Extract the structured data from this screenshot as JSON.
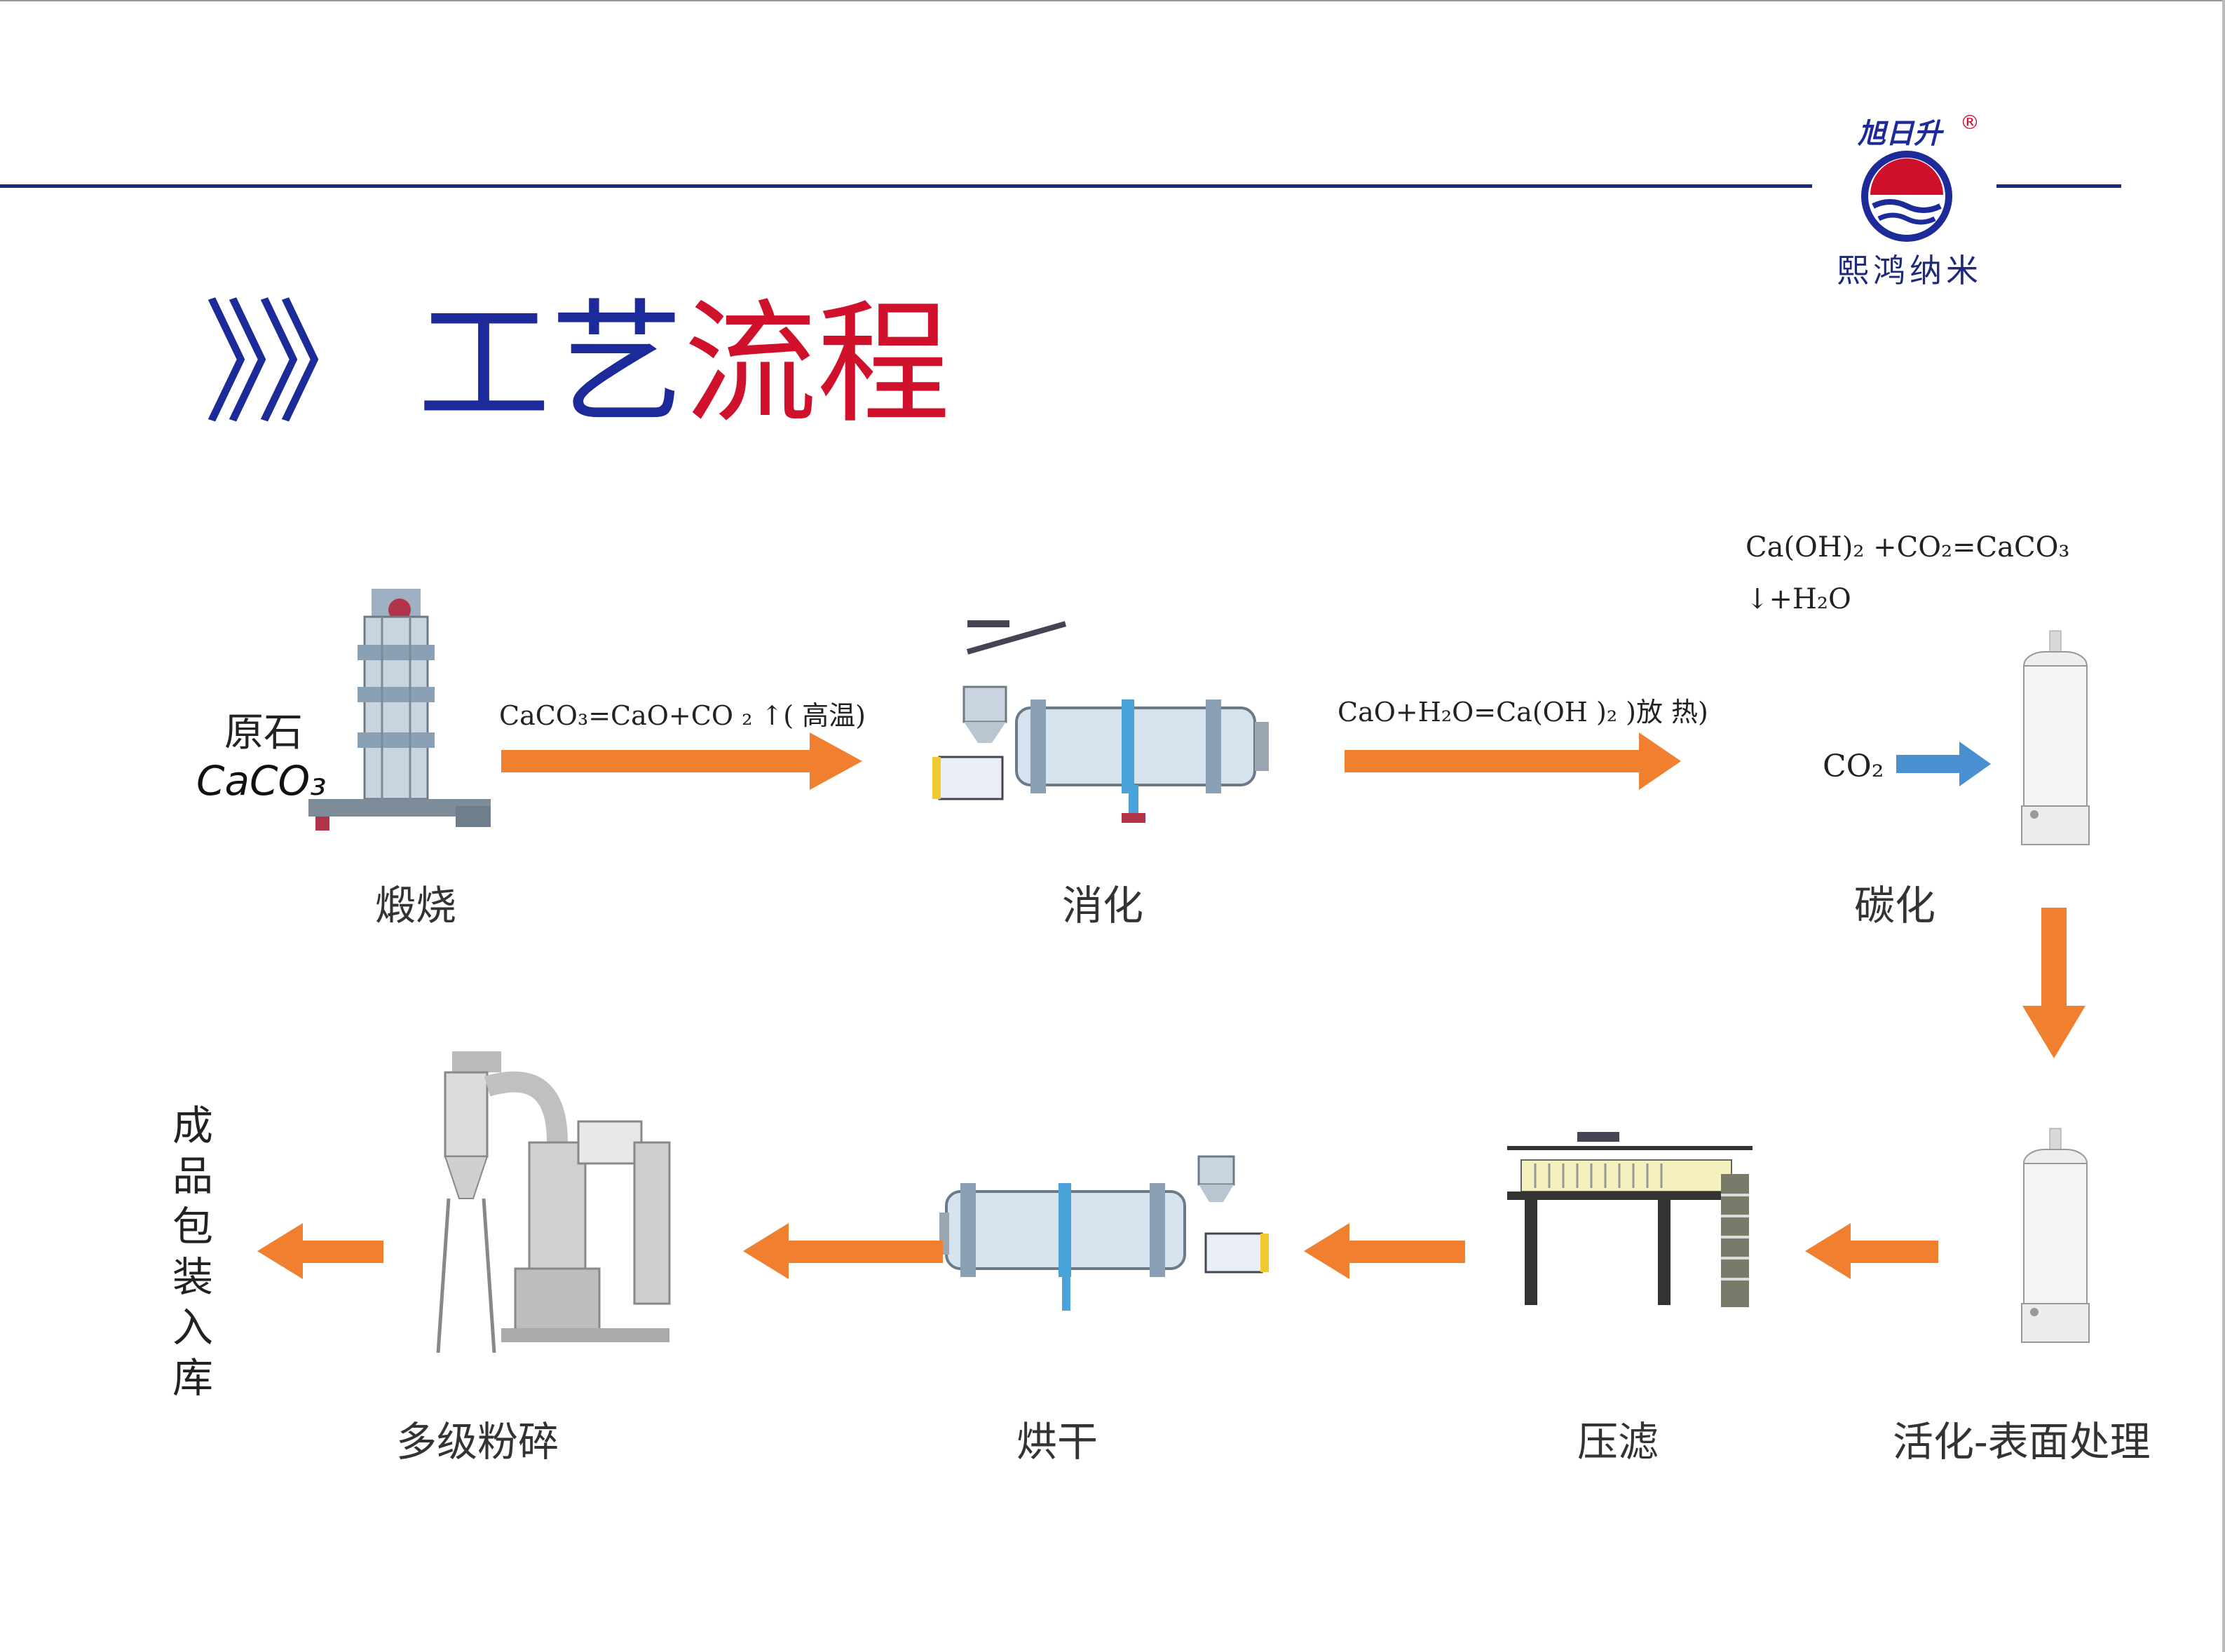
{
  "title": {
    "part1": "》》",
    "part2": "工艺",
    "part3": "流程"
  },
  "logo": {
    "brand": "旭日升",
    "name": "熙鸿纳米"
  },
  "steps": {
    "calcine": "煅烧",
    "digest": "消化",
    "carbonize": "碳化",
    "activate": "活化-表面处理",
    "filter": "压滤",
    "dry": "烘干",
    "grind": "多级粉碎",
    "pack": "成品包装入库"
  },
  "raw": {
    "name": "原石",
    "formula": "CaCO₃"
  },
  "equations": {
    "calcine": "CaCO₃=CaO+CO ₂ ↑( 高温)",
    "digest": "CaO+H₂O=Ca(OH )₂ )放 热)",
    "carbonize_line1": "Ca(OH)₂ +CO₂=CaCO₃",
    "carbonize_line2": "↓+H₂O"
  },
  "co2_label": "CO₂",
  "colors": {
    "arrow": "#f08030",
    "co2_arrow": "#4a8fd0",
    "rule": "#1d2a7a",
    "title_blue": "#1d2a9a",
    "title_red": "#d0112b"
  }
}
